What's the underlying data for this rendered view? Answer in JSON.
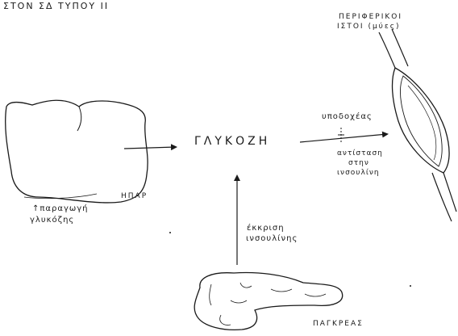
{
  "header": {
    "title": "ΣΤΟΝ ΣΔ ΤΥΠΟΥ II"
  },
  "center": {
    "label": "ΓΛΥΚΟΖΗ"
  },
  "liver": {
    "name": "ΗΠΑΡ",
    "arrow_symbol": "↑",
    "production_line1": "παραγωγή",
    "production_line2": "γλυκόζης"
  },
  "pancreas": {
    "name": "ΠΑΓΚΡΕΑΣ",
    "secretion_line1": "έκκριση",
    "secretion_line2": "ινσουλίνης"
  },
  "muscle": {
    "title_line1": "ΠΕΡΙΦΕΡΙΚΟΙ",
    "title_line2": "ΙΣΤΟΙ (μύες)",
    "receptors_label": "υποδοχέας",
    "resistance_line1": "αντίσταση",
    "resistance_line2": "στην",
    "resistance_line3": "ινσουλίνη"
  },
  "colors": {
    "ink": "#1a1a1a",
    "background": "#ffffff"
  }
}
